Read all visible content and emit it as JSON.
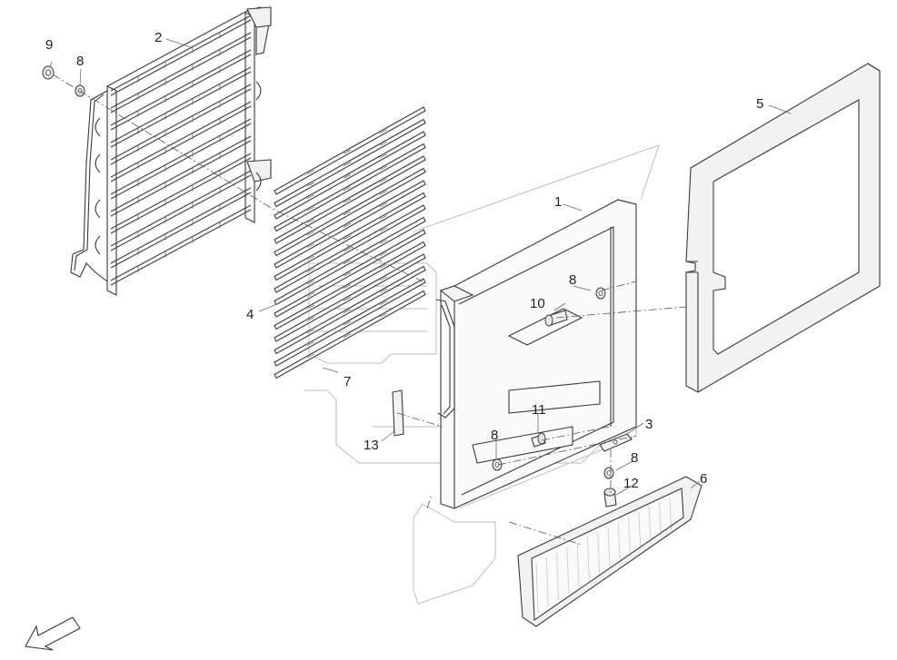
{
  "diagram": {
    "callouts": [
      {
        "id": "c9",
        "text": "9"
      },
      {
        "id": "c8a",
        "text": "8"
      },
      {
        "id": "c2",
        "text": "2"
      },
      {
        "id": "c5",
        "text": "5"
      },
      {
        "id": "c1",
        "text": "1"
      },
      {
        "id": "c8b",
        "text": "8"
      },
      {
        "id": "c10",
        "text": "10"
      },
      {
        "id": "c4",
        "text": "4"
      },
      {
        "id": "c7",
        "text": "7"
      },
      {
        "id": "c11",
        "text": "11"
      },
      {
        "id": "c3",
        "text": "3"
      },
      {
        "id": "c13",
        "text": "13"
      },
      {
        "id": "c8c",
        "text": "8"
      },
      {
        "id": "c8d",
        "text": "8"
      },
      {
        "id": "c12",
        "text": "12"
      },
      {
        "id": "c6",
        "text": "6"
      }
    ],
    "direction_arrow": "direction-arrow-icon"
  }
}
